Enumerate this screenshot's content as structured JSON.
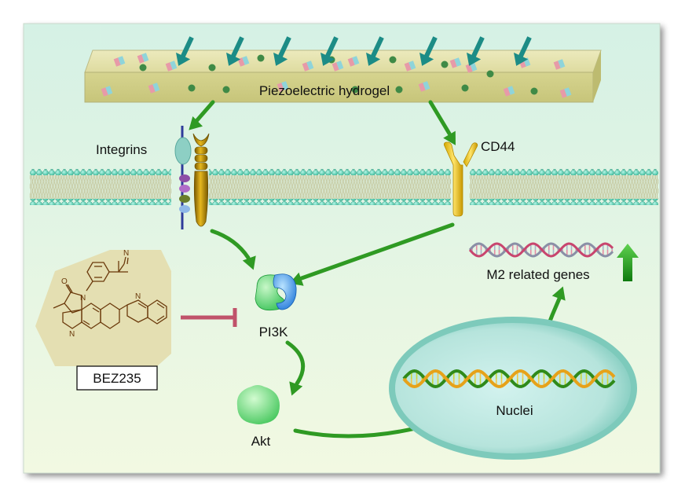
{
  "labels": {
    "hydrogel": "Piezoelectric hydrogel",
    "integrins": "Integrins",
    "cd44": "CD44",
    "m2_genes": "M2 related genes",
    "pi3k": "PI3K",
    "akt": "Akt",
    "nuclei": "Nuclei",
    "inhibitor": "BEZ235"
  },
  "molecule_atoms": {
    "n_imid": "N",
    "n_nitrile": "N",
    "n_pyridine": "N",
    "n_quinoline": "N",
    "o": "O"
  },
  "colors": {
    "background": "#ddf3e4",
    "hydrogel": "#e4e3ac",
    "membrane_head": "#56d0b6",
    "activation_arrow": "#2f9a23",
    "stimulus_arrow": "#1c8c86",
    "inhibition": "#c0526a",
    "pi3k_green": "#4fcf6d",
    "pi3k_blue": "#2e8ee6",
    "akt": "#4fd46a",
    "nucleus": "#92d2c8",
    "molecule_bg": "#e6e1b6"
  },
  "icons": [
    "stimulus-arrow-icon",
    "integrin-receptor-icon",
    "cd44-receptor-icon",
    "dna-helix-icon",
    "up-arrow-icon",
    "inhibition-bar-icon"
  ]
}
